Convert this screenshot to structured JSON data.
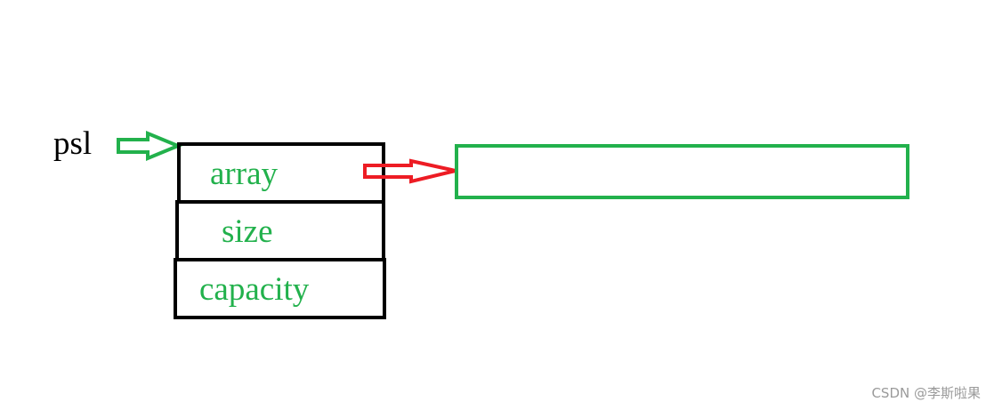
{
  "pointer": {
    "label": "psl"
  },
  "struct": {
    "fields": [
      {
        "label": "array"
      },
      {
        "label": "size"
      },
      {
        "label": "capacity"
      }
    ]
  },
  "watermark": {
    "text": "CSDN @李斯啦果"
  },
  "colors": {
    "outline": "#000000",
    "green": "#22b14c",
    "red": "#ed1c24",
    "watermark": "#9a9a9a"
  }
}
